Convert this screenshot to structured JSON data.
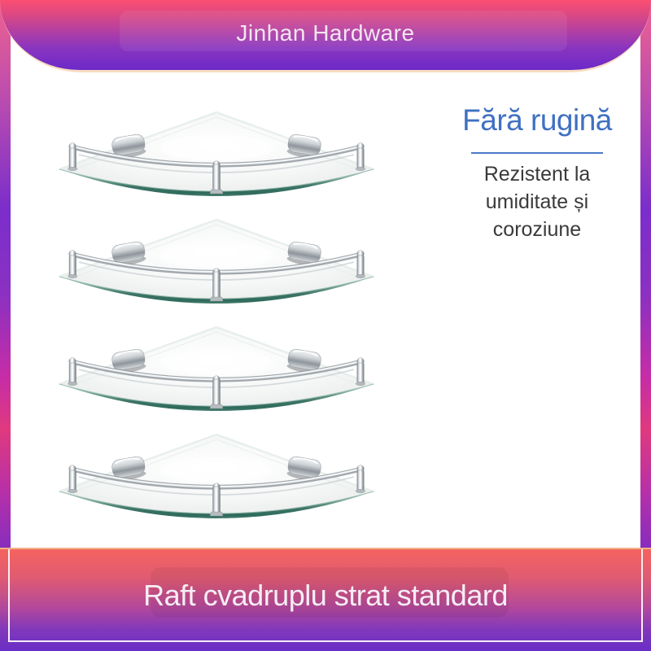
{
  "brand": {
    "name": "Jinhan Hardware"
  },
  "hero": {
    "headline": "Fără rugină",
    "sub_lines": [
      "Rezistent la",
      "umiditate și",
      "coroziune"
    ]
  },
  "footer": {
    "caption": "Raft cvadruplu strat standard"
  },
  "product_images": {
    "label": "corner-glass-shelf",
    "count": 4,
    "description_name": "glass-corner-shelf-with-chrome-rail"
  },
  "colors": {
    "headline_blue": "#3f70c2",
    "divider_blue": "#4a79c8",
    "subtext_gray": "#3a3a3a",
    "banner_text_white": "#f5e6ef",
    "top_banner_gradient_start": "#fb4e73",
    "top_banner_gradient_end": "#6c29c8",
    "bottom_banner_gradient_start": "#f4635e",
    "bottom_banner_gradient_end": "#6a2ec6",
    "frame_pink": "#f0618f",
    "frame_purple": "#6a28c0",
    "curve_outline_cream": "#f8dcc0",
    "bottom_banner_top_line_tan": "#f0b287",
    "inner_border_white": "#faeef4",
    "glass_edge_teal": "#2f6b5c"
  }
}
